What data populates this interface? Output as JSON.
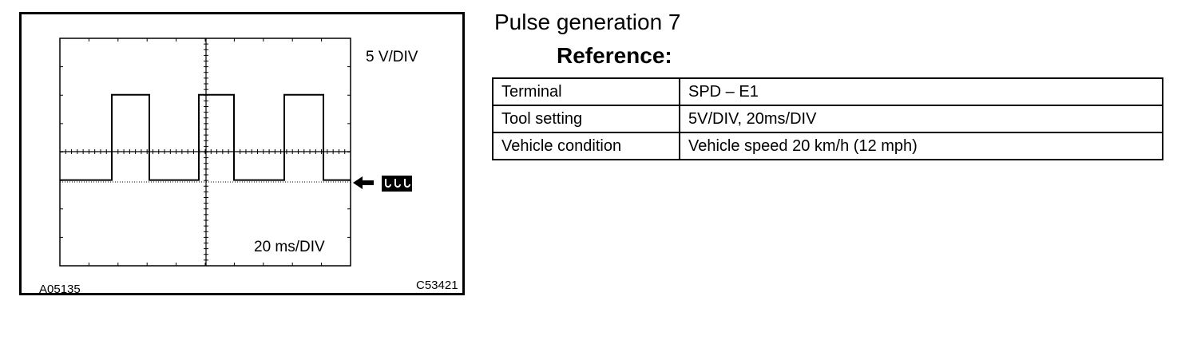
{
  "scope": {
    "voltage_division": "5 V/DIV",
    "time_division": "20 ms/DIV",
    "figure_code_left": "A05135",
    "figure_code_right": "C53421",
    "ground_marker": "ground-level-arrow-icon",
    "waveform": {
      "type": "square-pulse",
      "pulse_count": 3,
      "high_level_divisions": 2.0,
      "low_level_divisions": -1.0
    }
  },
  "title": "Pulse generation 7",
  "reference_heading": "Reference:",
  "reference_table": {
    "rows": [
      {
        "label": "Terminal",
        "value": "SPD – E1"
      },
      {
        "label": "Tool setting",
        "value": "5V/DIV, 20ms/DIV"
      },
      {
        "label": "Vehicle condition",
        "value": "Vehicle speed 20 km/h (12 mph)"
      }
    ]
  }
}
